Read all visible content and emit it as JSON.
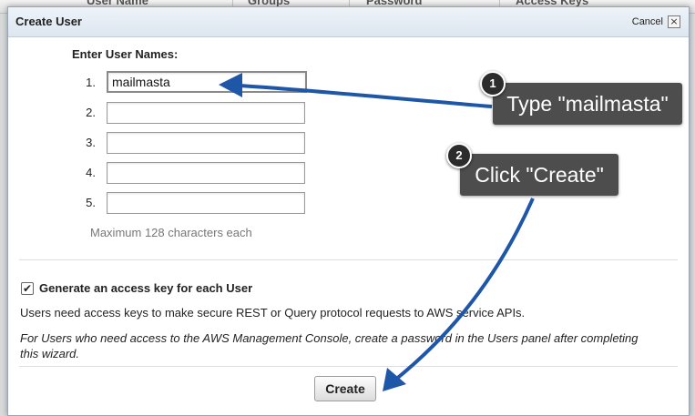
{
  "background": {
    "columns": [
      "User Name",
      "Groups",
      "Password",
      "Access Keys"
    ]
  },
  "dialog": {
    "title": "Create User",
    "cancel_label": "Cancel",
    "close_glyph": "×",
    "enter_label": "Enter User Names:",
    "rows": [
      {
        "num": "1.",
        "value": "mailmasta"
      },
      {
        "num": "2.",
        "value": ""
      },
      {
        "num": "3.",
        "value": ""
      },
      {
        "num": "4.",
        "value": ""
      },
      {
        "num": "5.",
        "value": ""
      }
    ],
    "max_hint": "Maximum 128 characters each",
    "access_key_checked": true,
    "access_key_label": "Generate an access key for each User",
    "info_text": "Users need access keys to make secure REST or Query protocol requests to AWS service APIs.",
    "console_note": "For Users who need access to the AWS Management Console, create a password in the Users panel after completing this wizard.",
    "create_label": "Create"
  },
  "annotations": {
    "step1": {
      "number": "1",
      "text": "Type \"mailmasta\""
    },
    "step2": {
      "number": "2",
      "text": "Click \"Create\""
    },
    "arrow_color": "#1e56a8"
  }
}
